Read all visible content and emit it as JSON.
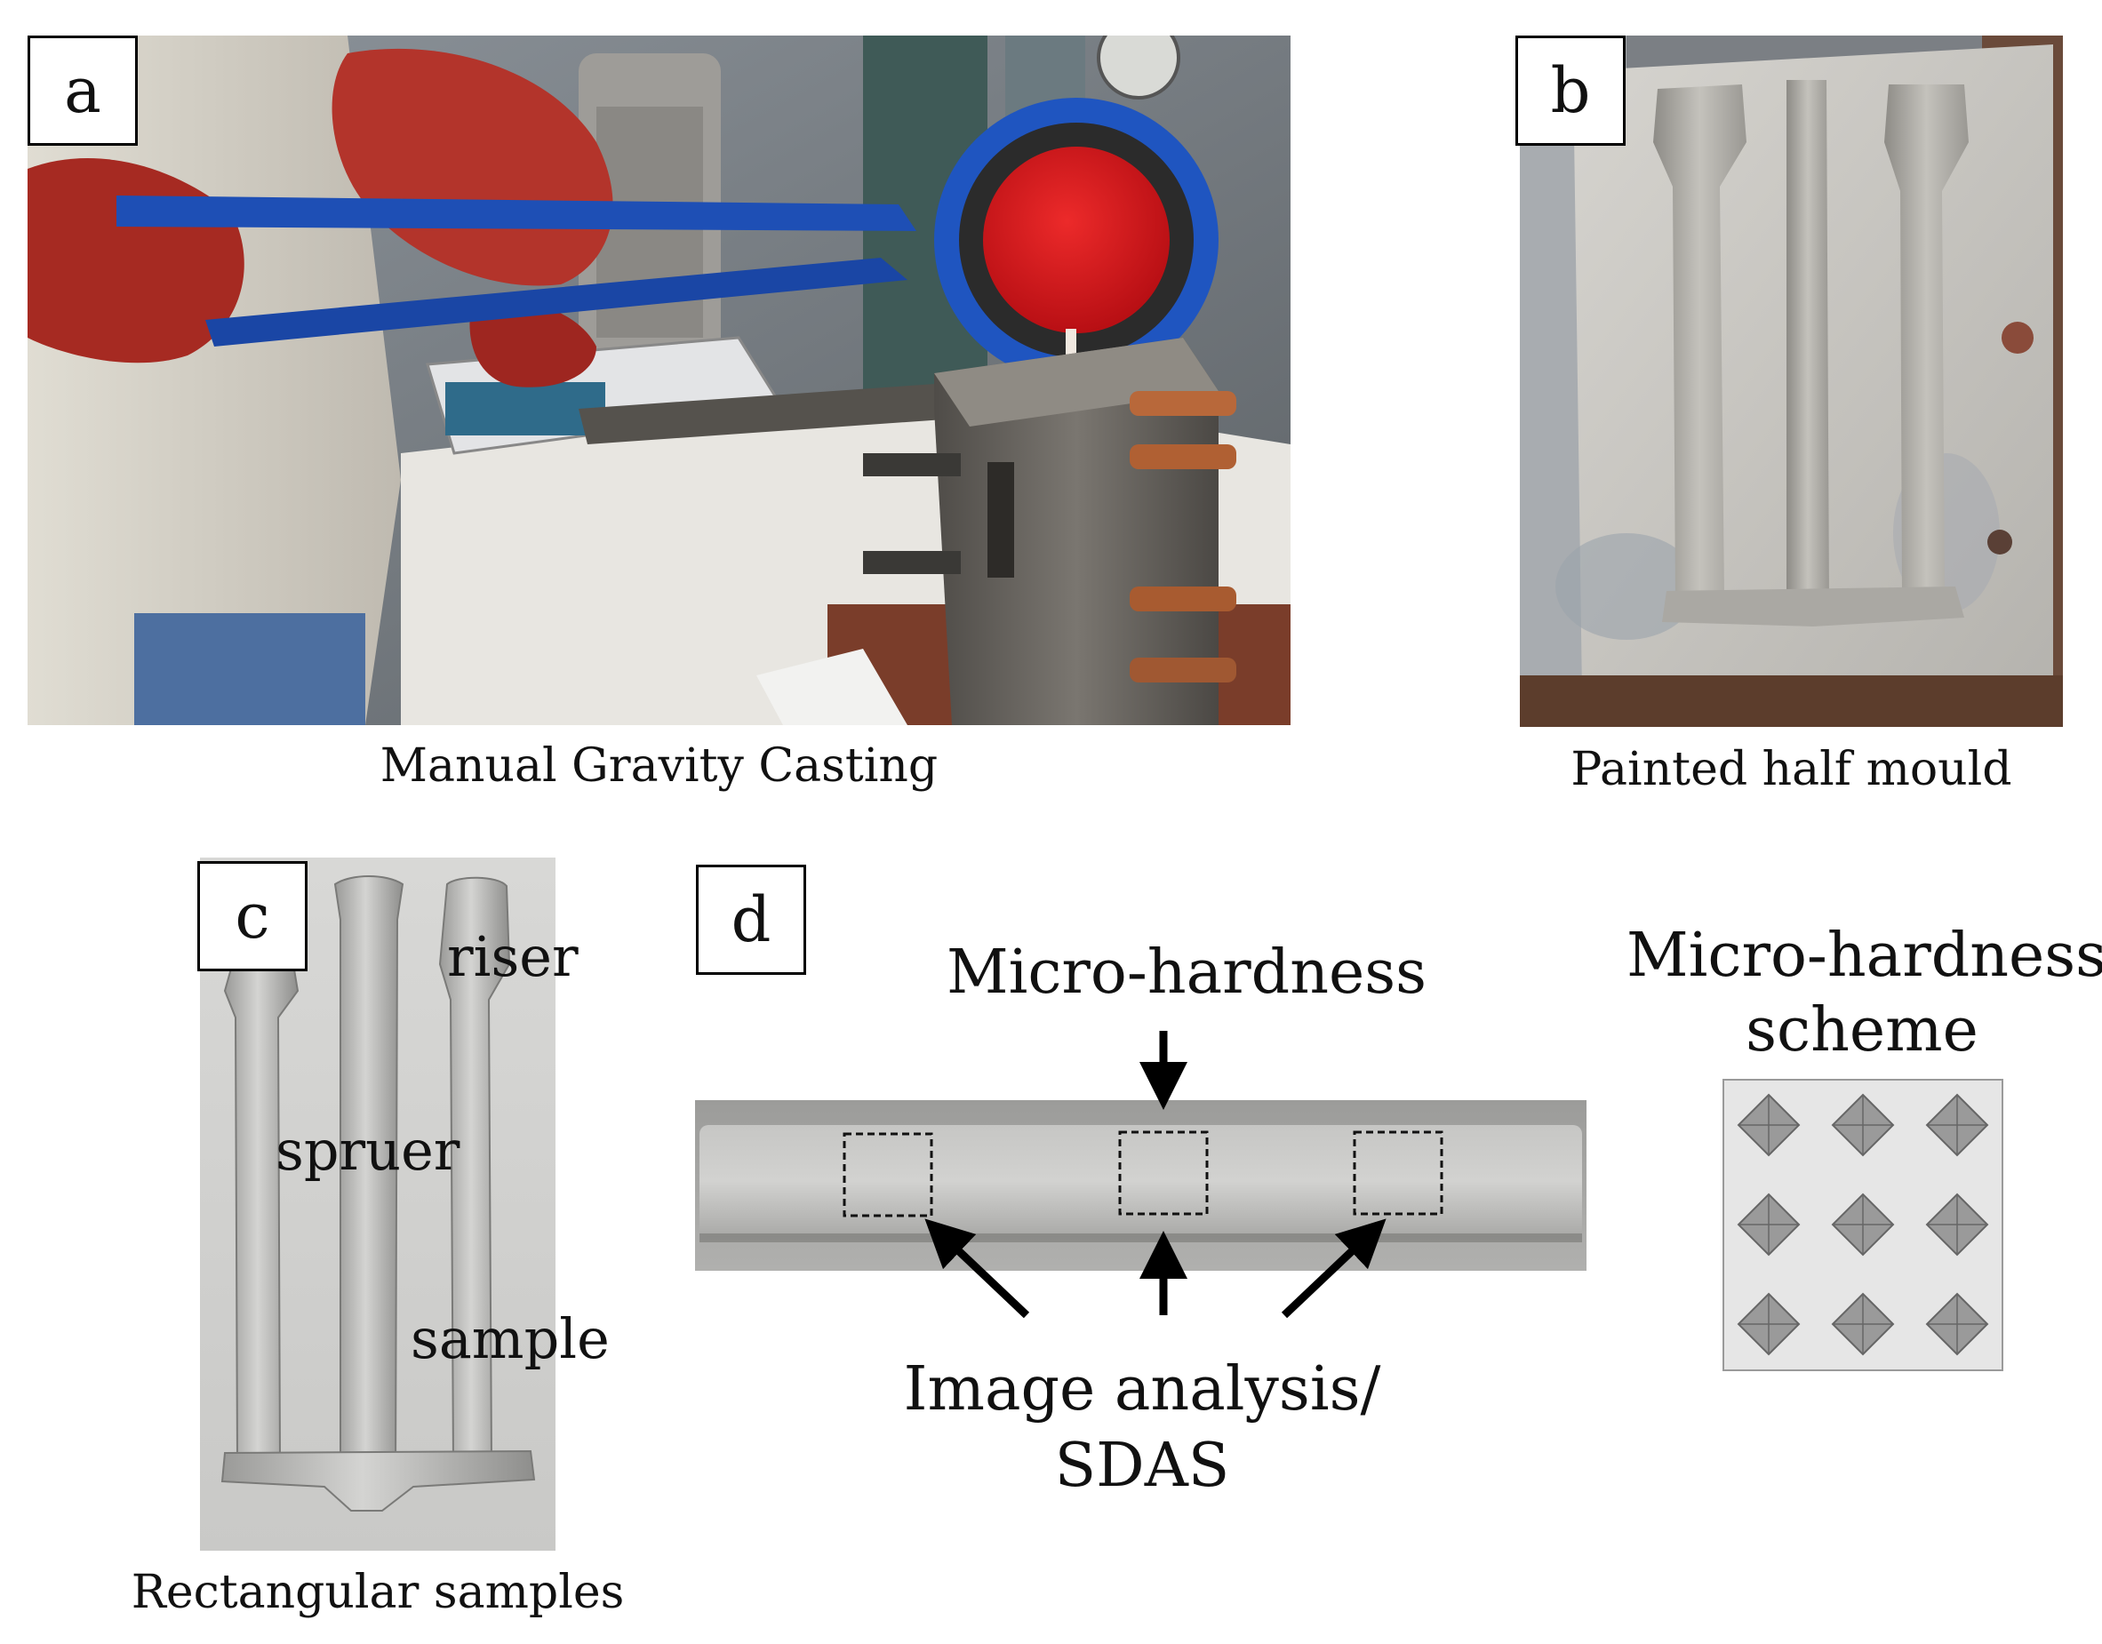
{
  "panels": {
    "a": {
      "letter": "a",
      "caption": "Manual Gravity Casting"
    },
    "b": {
      "letter": "b",
      "caption": "Painted half mould"
    },
    "c": {
      "letter": "c",
      "caption": "Rectangular samples",
      "labels": {
        "riser": "riser",
        "spruer": "spruer",
        "sample": "sample"
      }
    },
    "d": {
      "letter": "d",
      "top_label": "Micro-hardness",
      "bottom_label_line1": "Image analysis/",
      "bottom_label_line2": "SDAS",
      "scheme_title_line1": "Micro-hardness",
      "scheme_title_line2": "scheme",
      "scheme_grid": {
        "rows": 3,
        "cols": 3
      }
    }
  },
  "colors": {
    "glove_red": "#b02a22",
    "tong_blue": "#1e4fb5",
    "molten_red": "#d4141c",
    "steel_grey": "#6e6b66",
    "mould_grey": "#c9c7c2",
    "sample_silver": "#b8b8b6",
    "indent_grey": "#9a9a9a"
  }
}
